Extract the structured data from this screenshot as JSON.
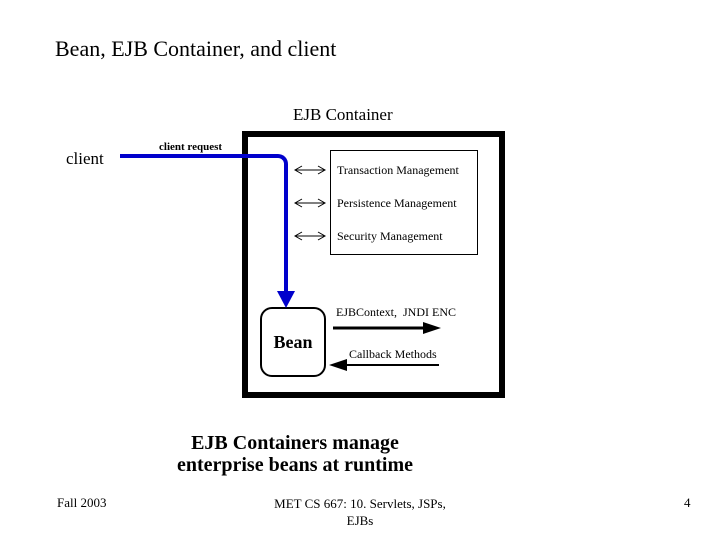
{
  "slide": {
    "title": "Bean, EJB Container, and client",
    "container_label": "EJB Container",
    "client_label": "client",
    "client_request_label": "client request",
    "management_services": [
      "Transaction Management",
      "Persistence Management",
      "Security Management"
    ],
    "bean_label": "Bean",
    "context_label": "EJBContext,  JNDI ENC",
    "callback_label": "Callback Methods",
    "caption_line1": "EJB Containers manage",
    "caption_line2": "enterprise beans at runtime",
    "footer": {
      "left": "Fall 2003",
      "center_line1": "MET CS 667: 10. Servlets, JSPs,",
      "center_line2": "EJBs",
      "page_number": "4"
    },
    "colors": {
      "arrow_blue": "#0000cc",
      "ink": "#000000",
      "background": "#ffffff"
    }
  }
}
